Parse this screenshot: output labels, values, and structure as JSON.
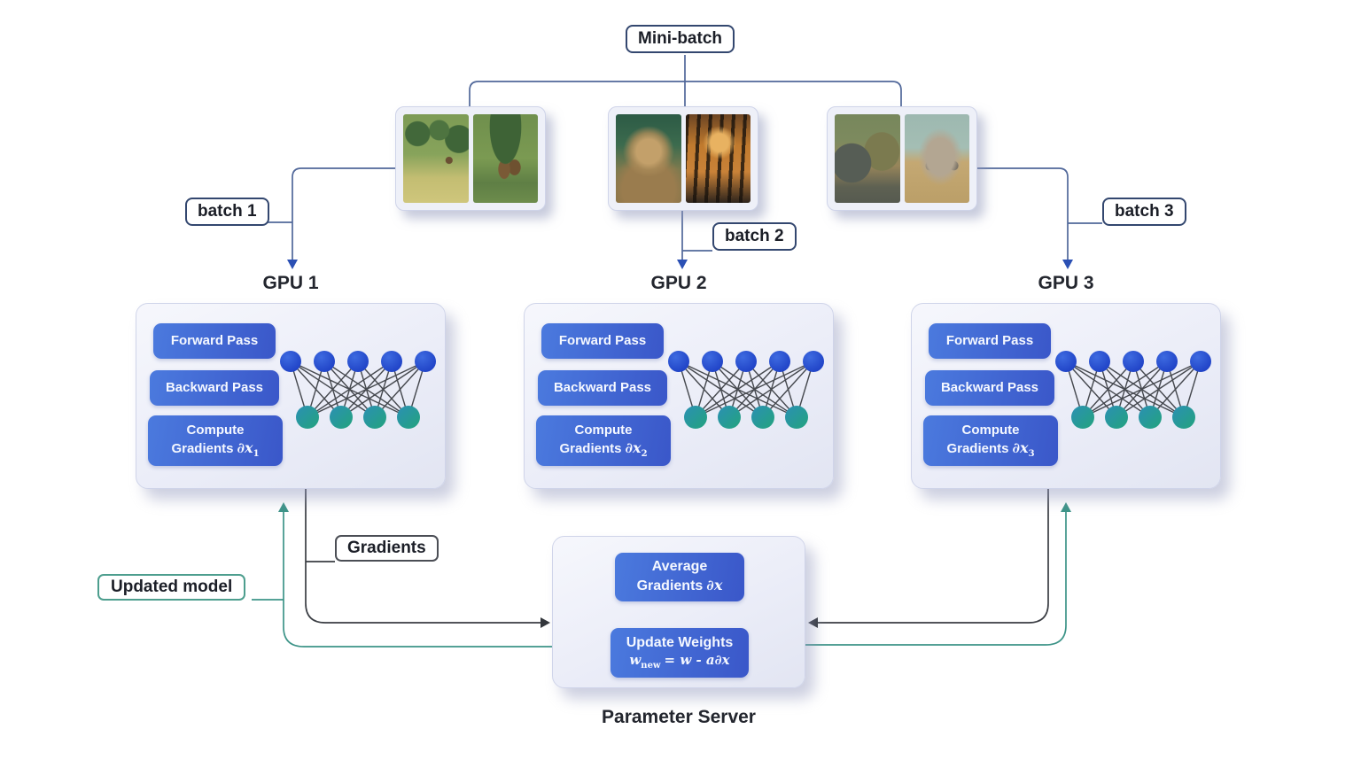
{
  "minibatch": {
    "label": "Mini-batch"
  },
  "batch_labels": [
    "batch 1",
    "batch 2",
    "batch 3"
  ],
  "batch_cards": [
    {
      "photos": [
        "savanna trees and grassland",
        "antelope under tree"
      ]
    },
    {
      "photos": [
        "lioness portrait",
        "tiger portrait"
      ]
    },
    {
      "photos": [
        "safari vehicles",
        "zebras on savanna"
      ]
    }
  ],
  "gpus": [
    {
      "title": "GPU 1",
      "forward": "Forward Pass",
      "backward": "Backward Pass",
      "compute_line1": "Compute",
      "compute_line2": "Gradients",
      "compute_math": "∂x",
      "compute_sub": "1"
    },
    {
      "title": "GPU 2",
      "forward": "Forward Pass",
      "backward": "Backward Pass",
      "compute_line1": "Compute",
      "compute_line2": "Gradients",
      "compute_math": "∂x",
      "compute_sub": "2"
    },
    {
      "title": "GPU 3",
      "forward": "Forward Pass",
      "backward": "Backward Pass",
      "compute_line1": "Compute",
      "compute_line2": "Gradients",
      "compute_math": "∂x",
      "compute_sub": "3"
    }
  ],
  "parameter_server": {
    "title": "Parameter Server",
    "avg_line1": "Average",
    "avg_line2": "Gradients",
    "avg_math": "∂x",
    "upd_line1": "Update Weights",
    "upd_w": "w",
    "upd_sub": "new",
    "upd_rest": "= w - a∂x"
  },
  "edge_labels": {
    "gradients": "Gradients",
    "updated_model": "Updated model"
  },
  "colors": {
    "button_gradient_start": "#4b7ade",
    "button_gradient_end": "#3a57c9",
    "panel_fill": "#ebedf8",
    "connector_navy": "#51689a",
    "arrow_blue": "#2b50b4",
    "connector_dark": "#3a3d43",
    "connector_teal": "#3d9488",
    "node_blue": "#2447d2",
    "node_teal": "#24a17e"
  }
}
